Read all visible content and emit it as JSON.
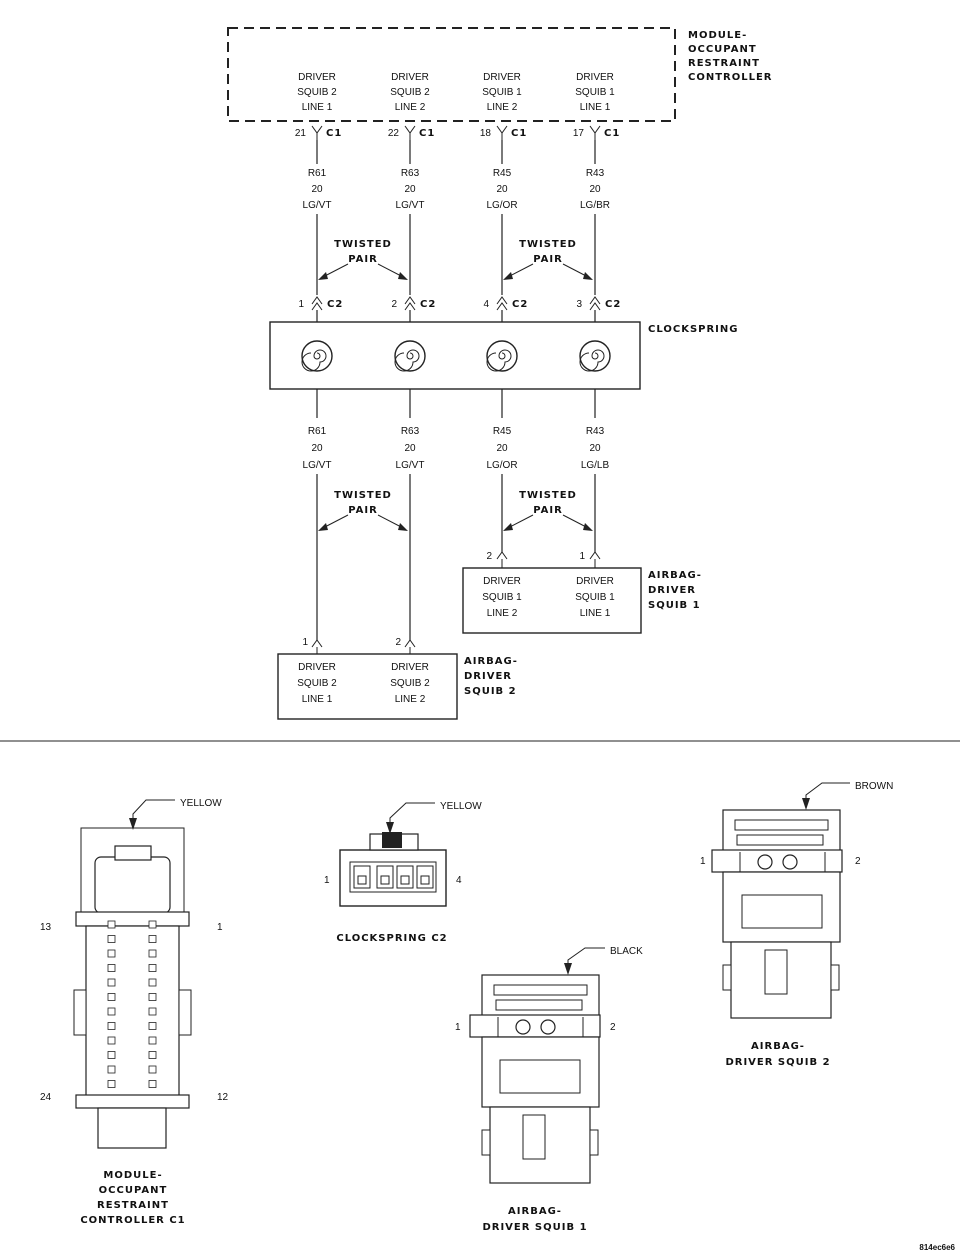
{
  "module": {
    "title": [
      "MODULE-",
      "OCCUPANT",
      "RESTRAINT",
      "CONTROLLER"
    ],
    "pins": [
      {
        "line1": "DRIVER",
        "line2": "SQUIB 2",
        "line3": "LINE 1",
        "cavity": "21",
        "connector": "C1"
      },
      {
        "line1": "DRIVER",
        "line2": "SQUIB 2",
        "line3": "LINE 2",
        "cavity": "22",
        "connector": "C1"
      },
      {
        "line1": "DRIVER",
        "line2": "SQUIB 1",
        "line3": "LINE 2",
        "cavity": "18",
        "connector": "C1"
      },
      {
        "line1": "DRIVER",
        "line2": "SQUIB 1",
        "line3": "LINE 1",
        "cavity": "17",
        "connector": "C1"
      }
    ]
  },
  "upper_wires": [
    {
      "circuit": "R61",
      "gauge": "20",
      "color": "LG/VT"
    },
    {
      "circuit": "R63",
      "gauge": "20",
      "color": "LG/VT"
    },
    {
      "circuit": "R45",
      "gauge": "20",
      "color": "LG/OR"
    },
    {
      "circuit": "R43",
      "gauge": "20",
      "color": "LG/BR"
    }
  ],
  "twisted_pair": [
    "TWISTED",
    "PAIR"
  ],
  "clockspring": {
    "label": "CLOCKSPRING",
    "pins": [
      {
        "cavity": "1",
        "connector": "C2"
      },
      {
        "cavity": "2",
        "connector": "C2"
      },
      {
        "cavity": "4",
        "connector": "C2"
      },
      {
        "cavity": "3",
        "connector": "C2"
      }
    ]
  },
  "lower_wires": [
    {
      "circuit": "R61",
      "gauge": "20",
      "color": "LG/VT"
    },
    {
      "circuit": "R63",
      "gauge": "20",
      "color": "LG/VT"
    },
    {
      "circuit": "R45",
      "gauge": "20",
      "color": "LG/OR"
    },
    {
      "circuit": "R43",
      "gauge": "20",
      "color": "LG/LB"
    }
  ],
  "squib1": {
    "title": [
      "AIRBAG-",
      "DRIVER",
      "SQUIB 1"
    ],
    "pins": [
      {
        "cavity": "2",
        "line1": "DRIVER",
        "line2": "SQUIB 1",
        "line3": "LINE 2"
      },
      {
        "cavity": "1",
        "line1": "DRIVER",
        "line2": "SQUIB 1",
        "line3": "LINE 1"
      }
    ]
  },
  "squib2": {
    "title": [
      "AIRBAG-",
      "DRIVER",
      "SQUIB 2"
    ],
    "pins": [
      {
        "cavity": "1",
        "line1": "DRIVER",
        "line2": "SQUIB 2",
        "line3": "LINE 1"
      },
      {
        "cavity": "2",
        "line1": "DRIVER",
        "line2": "SQUIB 2",
        "line3": "LINE 2"
      }
    ]
  },
  "connector_views": {
    "orc_c1": {
      "color": "YELLOW",
      "pins": [
        "13",
        "1",
        "24",
        "12"
      ],
      "caption": [
        "MODULE-",
        "OCCUPANT",
        "RESTRAINT",
        "CONTROLLER C1"
      ]
    },
    "clockspring_c2": {
      "color": "YELLOW",
      "pins": [
        "1",
        "4"
      ],
      "caption": [
        "CLOCKSPRING C2"
      ]
    },
    "squib1": {
      "color": "BLACK",
      "pins": [
        "1",
        "2"
      ],
      "caption": [
        "AIRBAG-",
        "DRIVER SQUIB 1"
      ]
    },
    "squib2": {
      "color": "BROWN",
      "pins": [
        "1",
        "2"
      ],
      "caption": [
        "AIRBAG-",
        "DRIVER SQUIB 2"
      ]
    }
  },
  "figure_code": "814ec6e6"
}
